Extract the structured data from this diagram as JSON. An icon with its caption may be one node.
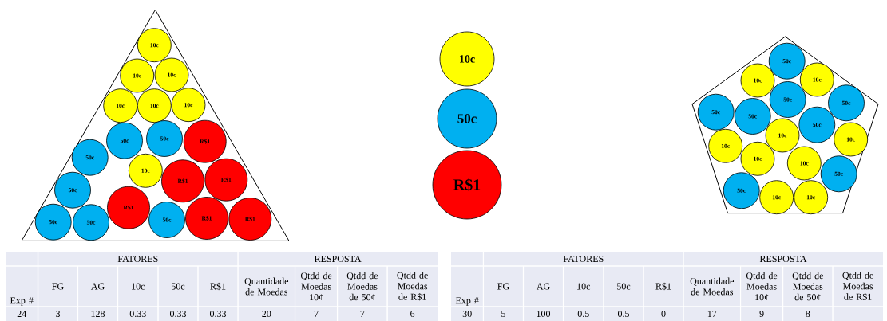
{
  "diagram": {
    "nodes": [
      {
        "text": [],
        "shape": "triangle"
      },
      {
        "text": [
          "10c"
        ],
        "in": 0
      },
      {
        "text": [
          "10c"
        ],
        "in": 0
      },
      {
        "text": [
          "10c"
        ],
        "in": 0
      },
      {
        "text": [
          "10c"
        ],
        "in": 0
      },
      {
        "text": [
          "10c"
        ],
        "in": 0
      },
      {
        "text": [
          "10c"
        ],
        "in": 0
      },
      {
        "text": [
          "50c"
        ],
        "in": 0
      },
      {
        "text": [
          "50c"
        ],
        "in": 0
      },
      {
        "text": [
          "R$1"
        ],
        "in": 0
      },
      {
        "text": [
          "50c"
        ],
        "in": 0
      },
      {
        "text": [
          "10c"
        ],
        "in": 0
      },
      {
        "text": [
          "R$1"
        ],
        "in": 0
      },
      {
        "text": [
          "R$1"
        ],
        "in": 0
      },
      {
        "text": [
          "50c"
        ],
        "in": 0
      },
      {
        "text": [
          "R$1"
        ],
        "in": 0
      },
      {
        "text": [
          "50c"
        ],
        "in": 0
      },
      {
        "text": [
          "50c"
        ],
        "in": 0
      },
      {
        "text": [
          "50c"
        ],
        "in": 0
      },
      {
        "text": [
          "R$1"
        ],
        "in": 0
      },
      {
        "text": [
          "R$1"
        ],
        "in": 0
      },
      {
        "text": [
          "10c"
        ]
      },
      {
        "text": [
          "50c"
        ]
      },
      {
        "text": [
          "R$1"
        ]
      },
      {
        "text": [],
        "shape": "pentagon"
      },
      {
        "text": [
          "50c"
        ],
        "in": 24
      },
      {
        "text": [
          "10c"
        ],
        "in": 24
      },
      {
        "text": [
          "10c"
        ],
        "in": 24
      },
      {
        "text": [
          "50c"
        ],
        "in": 24
      },
      {
        "text": [
          "50c"
        ],
        "in": 24
      },
      {
        "text": [
          "50c"
        ],
        "in": 24
      },
      {
        "text": [
          "50c"
        ],
        "in": 24
      },
      {
        "text": [
          "50c"
        ],
        "in": 24
      },
      {
        "text": [
          "10c"
        ],
        "in": 24
      },
      {
        "text": [
          "10c"
        ],
        "in": 24
      },
      {
        "text": [
          "10c"
        ],
        "in": 24
      },
      {
        "text": [
          "10c"
        ],
        "in": 24
      },
      {
        "text": [
          "10c"
        ],
        "in": 24
      },
      {
        "text": [
          "50c"
        ],
        "in": 24
      },
      {
        "text": [
          "50c"
        ],
        "in": 24
      },
      {
        "text": [
          "10c"
        ],
        "in": 24
      },
      {
        "text": [
          "10c"
        ],
        "in": 24
      }
    ],
    "labels": [
      "FATORES",
      "RESPOSTA",
      "Exp #",
      "FG",
      "AG",
      "10c",
      "50c",
      "R$1",
      "Quantidade de Moedas",
      "Qtdd de Moedas 10¢",
      "Qtdd de Moedas de 50¢",
      "Qtdd de Moedas de R$1",
      "24",
      "3",
      "128",
      "0.33",
      "0.33",
      "0.33",
      "20",
      "7",
      "7",
      "6",
      "FATORES",
      "RESPOSTA",
      "Exp #",
      "FG",
      "AG",
      "10c",
      "50c",
      "R$1",
      "Quantidade de Moedas",
      "Qtdd de Moedas 10¢",
      "Qtdd de Moedas de 50¢",
      "Qtdd de Moedas de R$1",
      "30",
      "5",
      "100",
      "0.5",
      "0.5",
      "0",
      "17",
      "9",
      "8"
    ]
  }
}
